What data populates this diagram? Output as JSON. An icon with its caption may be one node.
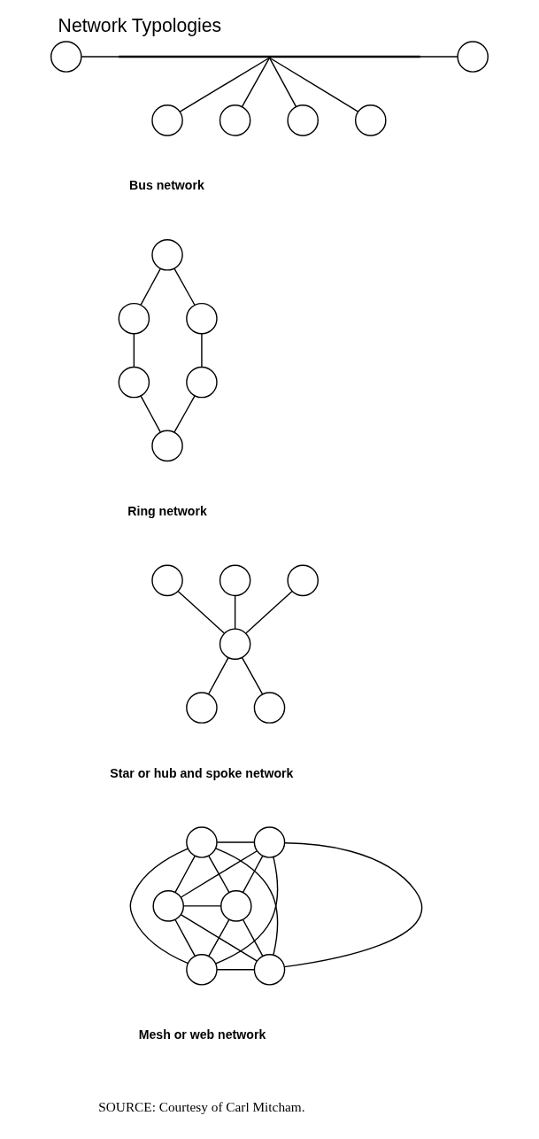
{
  "diagram": {
    "title": "Network Typologies",
    "caption": "SOURCE: Courtesy of Carl Mitcham.",
    "nodes": [
      {
        "text": [],
        "shape": "circle"
      },
      {
        "text": [],
        "shape": "bar"
      },
      {
        "text": [],
        "shape": "circle"
      },
      {
        "text": [],
        "shape": "circle"
      },
      {
        "text": [],
        "shape": "circle"
      },
      {
        "text": [],
        "shape": "circle"
      },
      {
        "text": [],
        "shape": "circle"
      },
      {
        "text": [],
        "shape": "circle"
      },
      {
        "text": [],
        "shape": "circle"
      },
      {
        "text": [],
        "shape": "circle"
      },
      {
        "text": [],
        "shape": "circle"
      },
      {
        "text": [],
        "shape": "circle"
      },
      {
        "text": [],
        "shape": "circle"
      },
      {
        "text": [],
        "shape": "circle"
      },
      {
        "text": [],
        "shape": "circle"
      },
      {
        "text": [],
        "shape": "circle"
      },
      {
        "text": [],
        "shape": "circle"
      },
      {
        "text": [],
        "shape": "circle"
      },
      {
        "text": [],
        "shape": "circle"
      },
      {
        "text": [],
        "shape": "circle"
      },
      {
        "text": [],
        "shape": "circle"
      },
      {
        "text": [],
        "shape": "circle"
      },
      {
        "text": [],
        "shape": "circle"
      },
      {
        "text": [],
        "shape": "circle"
      },
      {
        "text": [],
        "shape": "circle"
      }
    ],
    "edges": [
      {
        "from": 0,
        "to": 1,
        "arrow": "none"
      },
      {
        "from": 1,
        "to": 2,
        "arrow": "none"
      },
      {
        "from": 1,
        "to": 3,
        "arrow": "none"
      },
      {
        "from": 1,
        "to": 4,
        "arrow": "none"
      },
      {
        "from": 1,
        "to": 5,
        "arrow": "none"
      },
      {
        "from": 1,
        "to": 6,
        "arrow": "none"
      },
      {
        "from": 7,
        "to": 8,
        "arrow": "none"
      },
      {
        "from": 8,
        "to": 9,
        "arrow": "none"
      },
      {
        "from": 9,
        "to": 10,
        "arrow": "none"
      },
      {
        "from": 7,
        "to": 12,
        "arrow": "none"
      },
      {
        "from": 12,
        "to": 11,
        "arrow": "none"
      },
      {
        "from": 11,
        "to": 10,
        "arrow": "none"
      },
      {
        "from": 13,
        "to": 16,
        "arrow": "none"
      },
      {
        "from": 14,
        "to": 16,
        "arrow": "none"
      },
      {
        "from": 15,
        "to": 16,
        "arrow": "none"
      },
      {
        "from": 16,
        "to": 17,
        "arrow": "none"
      },
      {
        "from": 16,
        "to": 18,
        "arrow": "none"
      },
      {
        "from": 19,
        "to": 20,
        "arrow": "none"
      },
      {
        "from": 19,
        "to": 21,
        "arrow": "none"
      },
      {
        "from": 19,
        "to": 22,
        "arrow": "none"
      },
      {
        "from": 19,
        "to": 23,
        "arrow": "none"
      },
      {
        "from": 19,
        "to": 24,
        "arrow": "none"
      },
      {
        "from": 20,
        "to": 21,
        "arrow": "none"
      },
      {
        "from": 20,
        "to": 22,
        "arrow": "none"
      },
      {
        "from": 20,
        "to": 23,
        "arrow": "none"
      },
      {
        "from": 20,
        "to": 24,
        "arrow": "none"
      },
      {
        "from": 21,
        "to": 22,
        "arrow": "none"
      },
      {
        "from": 21,
        "to": 23,
        "arrow": "none"
      },
      {
        "from": 21,
        "to": 24,
        "arrow": "none"
      },
      {
        "from": 22,
        "to": 23,
        "arrow": "none"
      },
      {
        "from": 22,
        "to": 24,
        "arrow": "none"
      },
      {
        "from": 23,
        "to": 24,
        "arrow": "none"
      }
    ],
    "labels": [
      "Bus network",
      "Ring network",
      "Star or hub and spoke network",
      "Mesh or web network"
    ]
  }
}
